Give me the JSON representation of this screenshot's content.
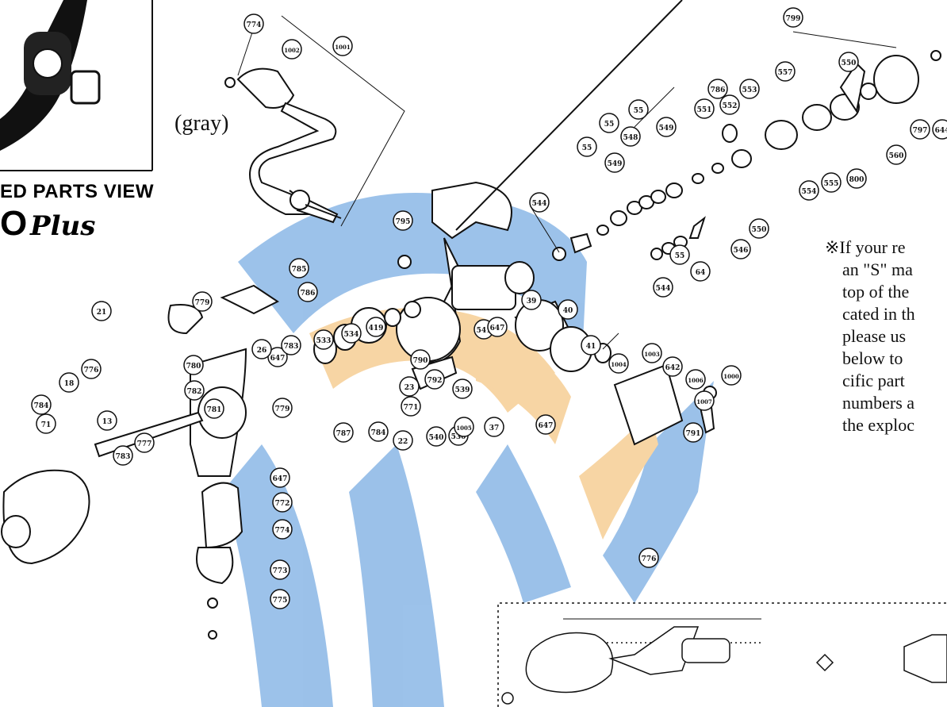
{
  "header": {
    "title_fragment": "ED PARTS VIEW",
    "model_fragment": "O",
    "model_script": "Plus"
  },
  "labels": {
    "gray": "(gray)"
  },
  "note": {
    "lines": [
      "※If your re",
      "an \"S\" ma",
      "top of the",
      "cated in th",
      "please us",
      "below to",
      "cific part",
      "numbers a",
      "the exploc"
    ]
  },
  "callouts": [
    "774",
    "1002",
    "1001",
    "799",
    "550",
    "557",
    "553",
    "552",
    "551",
    "786",
    "55",
    "549",
    "55",
    "548",
    "55",
    "549",
    "544",
    "544",
    "64",
    "55",
    "546",
    "550",
    "554",
    "555",
    "800",
    "560",
    "797",
    "644",
    "795",
    "779",
    "785",
    "786",
    "21",
    "780",
    "782",
    "647",
    "781",
    "26",
    "783",
    "533",
    "534",
    "419",
    "792",
    "790",
    "541",
    "647",
    "39",
    "40",
    "41",
    "1004",
    "1003",
    "642",
    "1006",
    "1000",
    "1007",
    "791",
    "530",
    "539",
    "540",
    "1005",
    "37",
    "647",
    "23",
    "22",
    "771",
    "784",
    "787",
    "71",
    "784",
    "18",
    "776",
    "13",
    "783",
    "777",
    "779",
    "647",
    "772",
    "774",
    "773",
    "775",
    "776"
  ],
  "colors": {
    "watermark_blue": "#4a8fd8",
    "watermark_orange": "#f2b35a",
    "line": "#111111"
  }
}
